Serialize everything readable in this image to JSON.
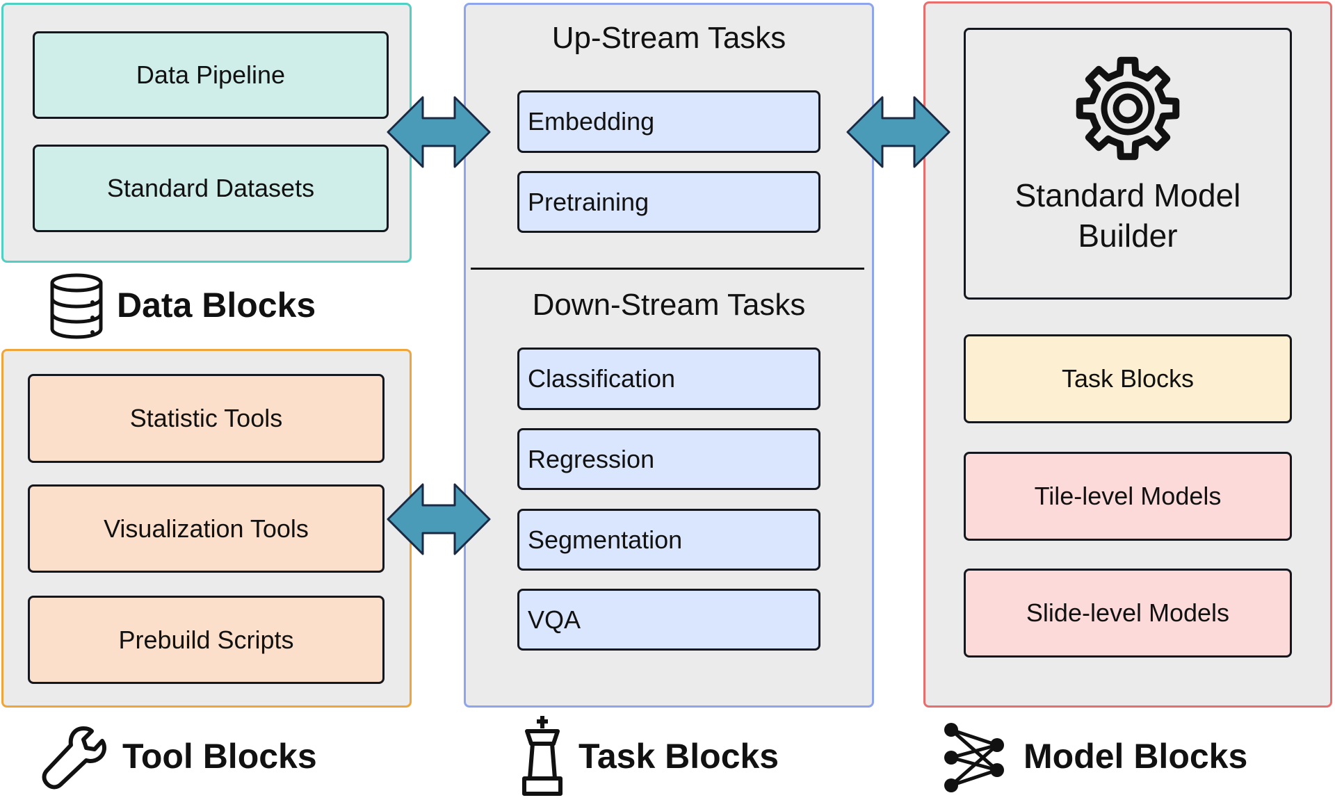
{
  "data_blocks": {
    "items": [
      "Data Pipeline",
      "Standard Datasets"
    ],
    "legend": "Data Blocks",
    "icon": "database-icon",
    "border_color": "#4fd0c2"
  },
  "tool_blocks": {
    "items": [
      "Statistic Tools",
      "Visualization Tools",
      "Prebuild Scripts"
    ],
    "legend": "Tool Blocks",
    "icon": "wrench-icon",
    "border_color": "#f0a53a"
  },
  "task_blocks": {
    "upstream_heading": "Up-Stream Tasks",
    "upstream_items": [
      "Embedding",
      "Pretraining"
    ],
    "downstream_heading": "Down-Stream Tasks",
    "downstream_items": [
      "Classification",
      "Regression",
      "Segmentation",
      "VQA"
    ],
    "legend": "Task Blocks",
    "icon": "chess-king-icon",
    "border_color": "#8ea4ec"
  },
  "model_blocks": {
    "builder_label_line1": "Standard Model",
    "builder_label_line2": "Builder",
    "builder_icon": "gear-icon",
    "items": [
      "Task Blocks",
      "Tile-level Models",
      "Slide-level Models"
    ],
    "legend": "Model Blocks",
    "icon": "neural-network-icon",
    "border_color": "#e86e6e"
  },
  "colors": {
    "arrow": "#4a9bb7",
    "arrow_outline": "#1b2a44",
    "panel_bg": "#ebebeb",
    "teal_fill": "#d0eee9",
    "peach_fill": "#fcdfca",
    "blue_fill": "#dae6fd",
    "yellow_fill": "#fdefd1",
    "pink_fill": "#fcdada"
  }
}
